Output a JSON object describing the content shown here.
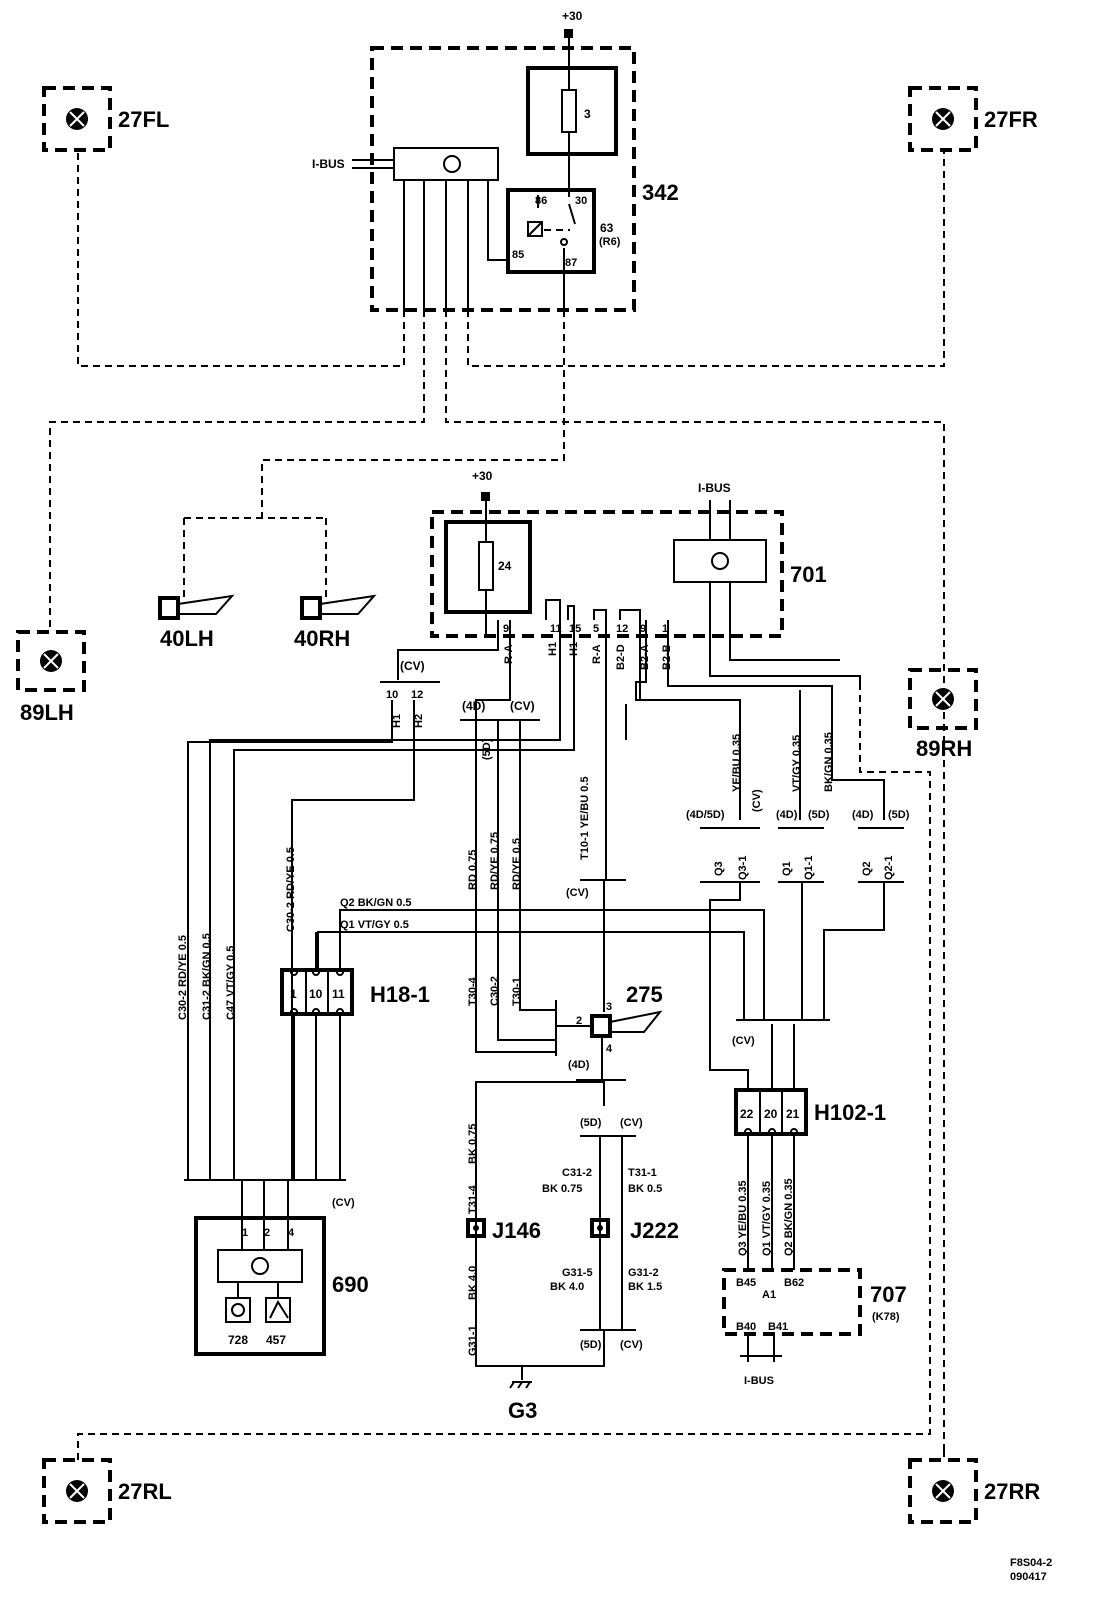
{
  "labels": {
    "plus30_top": "+30",
    "fuse3": "3",
    "ibus_top": "I-BUS",
    "box342": "342",
    "r86": "86",
    "r30": "30",
    "r85": "85",
    "r87": "87",
    "r63": "63",
    "r63b": "(R6)",
    "lamp27FL": "27FL",
    "lamp27FR": "27FR",
    "lamp27RL": "27RL",
    "lamp27RR": "27RR",
    "lamp89LH": "89LH",
    "lamp89RH": "89RH",
    "horn40LH": "40LH",
    "horn40RH": "40RH",
    "plus30_mid": "+30",
    "fuse24": "24",
    "ibus_mid": "I-BUS",
    "box701": "701",
    "p9a": "9",
    "p11": "11",
    "p15": "15",
    "p5": "5",
    "p12": "12",
    "p9b": "9",
    "p1": "1",
    "wRA1": "R-A",
    "wH1a": "H1",
    "wH1b": "H1",
    "wRA2": "R-A",
    "wB2D": "B2-D",
    "wB2A": "B2-A",
    "wB2B": "B2-B",
    "cv1": "(CV)",
    "p10": "10",
    "p12b": "12",
    "wH1c": "H1",
    "wH2": "H2",
    "c4D": "(4D)",
    "c5D": "(5D)",
    "cv2": "(CV)",
    "wT101": "T10-1 YE/BU 0.5",
    "wYEBU": "YE/BU 0.35",
    "wVTGY": "VT/GY 0.35",
    "wBKGN": "BK/GN 0.35",
    "c4D5D": "(4D/5D)",
    "cv3": "(CV)",
    "c4Db": "(4D)",
    "c5Db": "(5D)",
    "c4Dc": "(4D)",
    "c5Dc": "(5D)",
    "q3": "Q3",
    "q31": "Q3-1",
    "q1": "Q1",
    "q11": "Q1-1",
    "q2": "Q2",
    "q21": "Q2-1",
    "wRD": "RD 0.75",
    "wRDYE1": "RD/YE 0.75",
    "wRDYE2": "RD/YE 0.5",
    "cv4": "(CV)",
    "wQ2": "Q2  BK/GN  0.5",
    "wQ1": "Q1  VT/GY  0.5",
    "wC302": "C30-2 RD/YE 0.5",
    "wC312": "C31-2 BK/GN 0.5",
    "wC47": "C47 VT/GY 0.5",
    "wC302b": "C30-2 RD/YE 0.5",
    "h18p1": "1",
    "h18p10": "10",
    "h18p11": "11",
    "h181": "H18-1",
    "wT304": "T30-4",
    "wC302c": "C30-2",
    "wT301": "T30-1",
    "h3": "3",
    "h2": "2",
    "h4": "4",
    "h275": "275",
    "c4Dd": "(4D)",
    "cv5": "(CV)",
    "c5De": "(5D)",
    "cv6": "(CV)",
    "wBK075": "BK 0.75",
    "wC312b": "C31-2",
    "wC312c": "BK  0.75",
    "wT311": "T31-1",
    "wT311b": "BK  0.5",
    "wT314": "T31-4",
    "j146": "J146",
    "j222": "J222",
    "wBK40": "BK  4.0",
    "wG315": "G31-5",
    "wG315b": "BK  4.0",
    "wG312": "G31-2",
    "wG312b": "BK  1.5",
    "wG311": "G31-1",
    "c5Df": "(5D)",
    "cv7": "(CV)",
    "g3": "G3",
    "h102p22": "22",
    "h102p20": "20",
    "h102p21": "21",
    "h1021": "H102-1",
    "wQ3b": "Q3  YE/BU  0.35",
    "wQ1b": "Q1  VT/GY  0.35",
    "wQ2b": "Q2  BK/GN  0.35",
    "b45": "B45",
    "a1": "A1",
    "b62": "B62",
    "b40": "B40",
    "b41": "B41",
    "box707": "707",
    "k78": "(K78)",
    "ibus_bot": "I-BUS",
    "p690_1": "1",
    "p690_2": "2",
    "p690_4": "4",
    "box690": "690",
    "s728": "728",
    "s457": "457",
    "cv8": "(CV)",
    "ref1": "F8S04-2",
    "ref2": "090417"
  }
}
